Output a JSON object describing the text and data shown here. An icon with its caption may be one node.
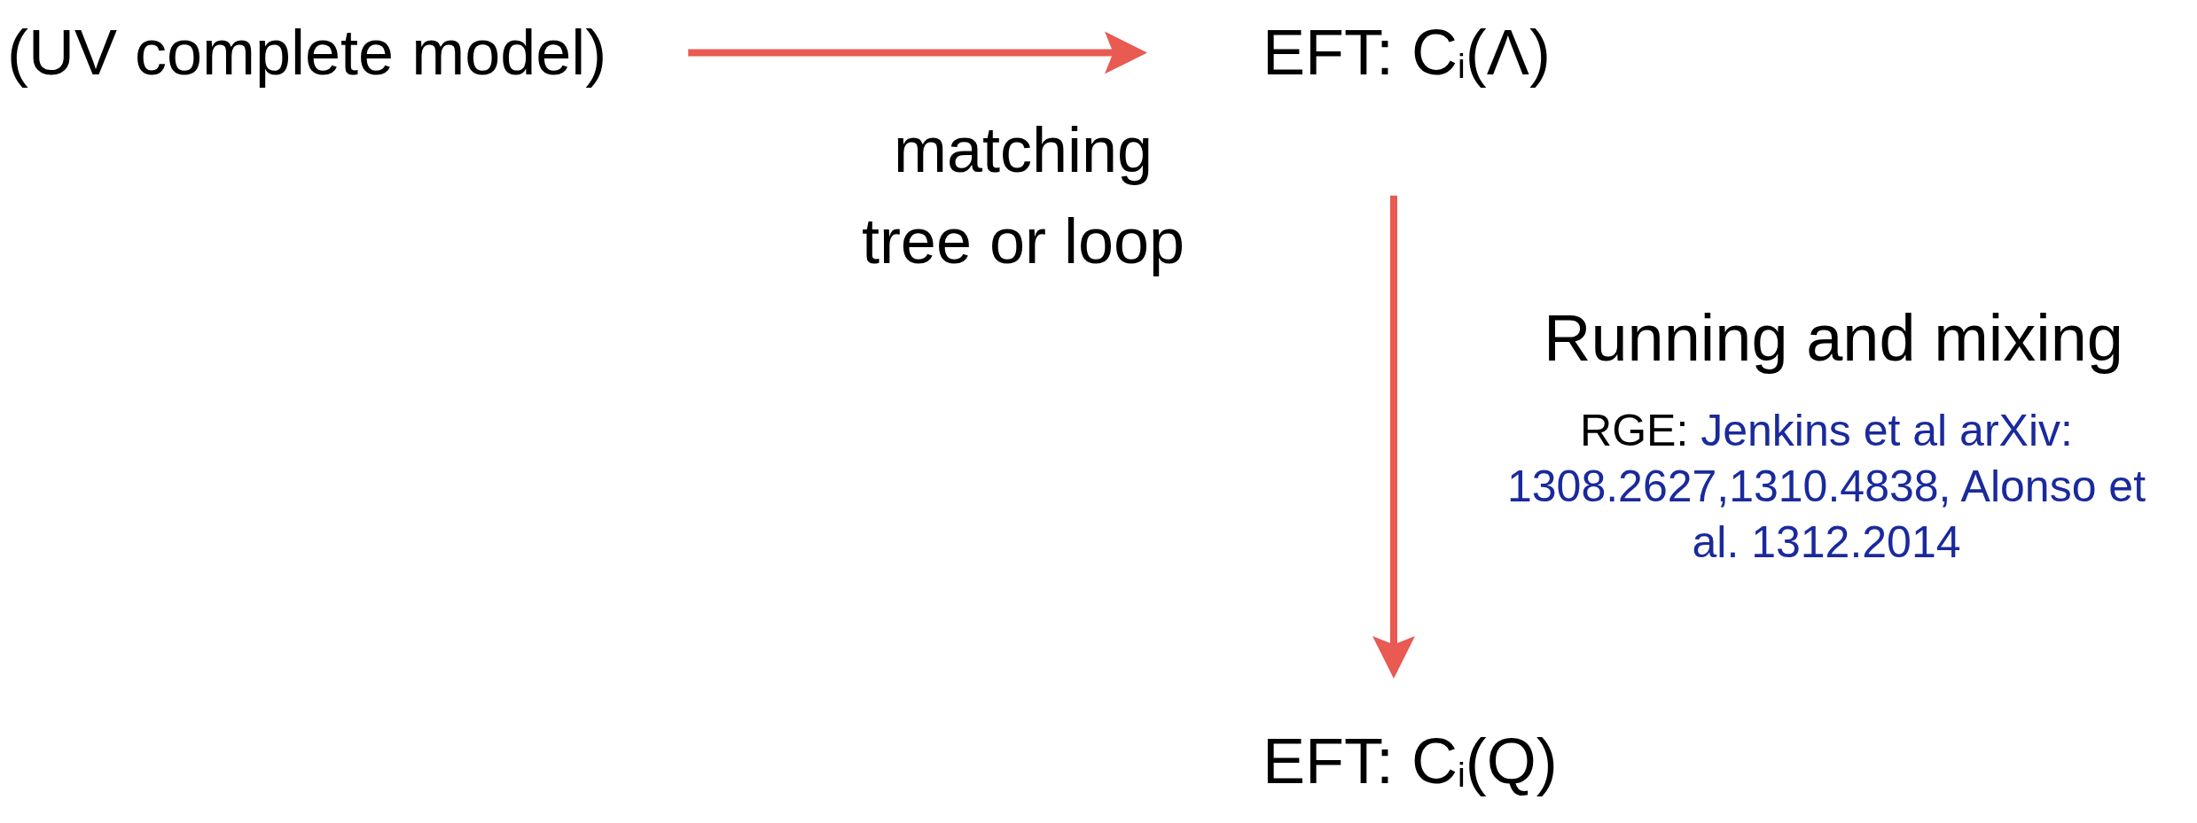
{
  "diagram": {
    "nodes": [
      {
        "text": [
          "(UV complete model)"
        ]
      },
      {
        "text": [
          "EFT: C$_{i}$(Λ)"
        ]
      },
      {
        "text": [
          "EFT: C$_{i}$(Q)"
        ]
      }
    ],
    "edges": [
      {
        "from": 0,
        "to": 1,
        "arrow": "to",
        "label": "matching tree or loop"
      },
      {
        "from": 1,
        "to": 2,
        "arrow": "to",
        "label": "Running and mixing"
      }
    ],
    "labels": [
      "RGE:",
      "Jenkins et al arXiv: 1308.2627,1310.4838, Alonso et al. 1312.2014"
    ]
  }
}
